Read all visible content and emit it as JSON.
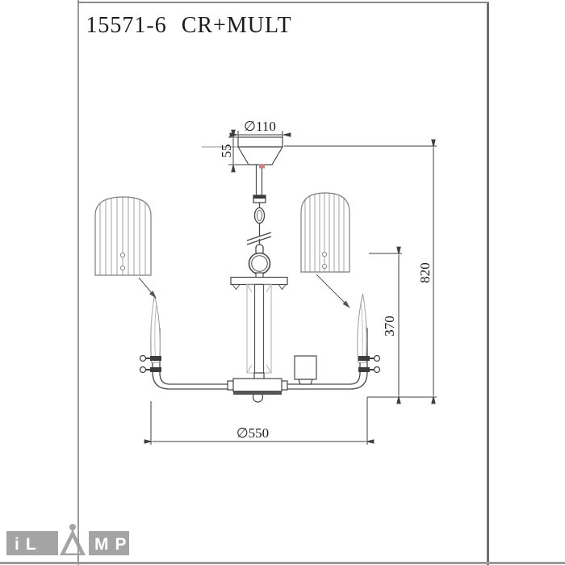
{
  "title": "15571-6 CR+MULT",
  "dimensions": {
    "canopy_diameter": "∅110",
    "canopy_height": "55",
    "overall_height": "820",
    "body_height": "370",
    "body_diameter": "∅550"
  },
  "logo": {
    "full_name": "iLAMP",
    "left_letters": "iL",
    "right_letters": "MP"
  },
  "colors": {
    "line": "#4a4a4a",
    "dimension_line": "#3f3f3f",
    "light_line": "#9a9a9a",
    "glass_line": "#b8b8b8",
    "accent_red": "#cf8080",
    "frame_gray": "#8b8b8b",
    "logo_gray": "#a4a4a4",
    "text": "#1c1c1c"
  }
}
